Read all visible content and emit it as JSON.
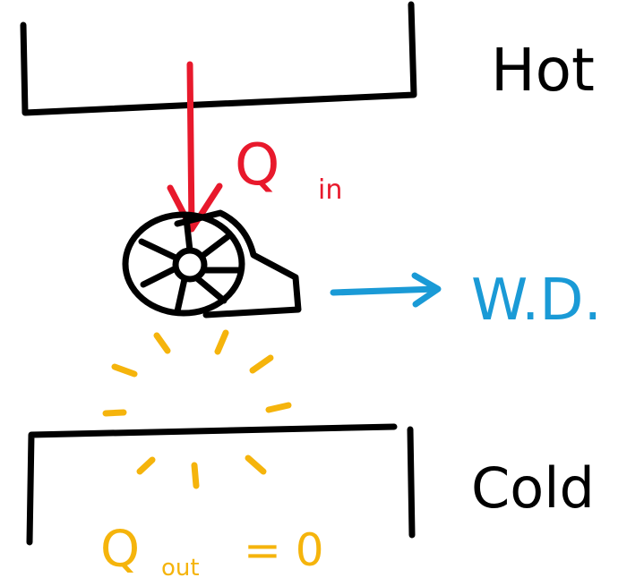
{
  "labels": {
    "hot": "Hot",
    "cold": "Cold",
    "q_in_main": "Q",
    "q_in_sub": "in",
    "work_done": "W.D.",
    "q_out_main": "Q",
    "q_out_sub": "out",
    "q_out_eq": "= 0"
  },
  "colors": {
    "ink": "#000000",
    "heat_in": "#e8192c",
    "work": "#1a9ad6",
    "heat_out": "#f5b40c"
  }
}
